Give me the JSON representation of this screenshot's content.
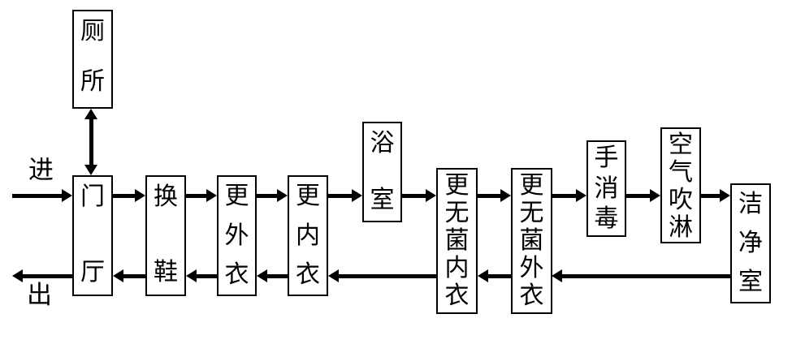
{
  "diagram": {
    "type": "flowchart",
    "colors": {
      "line": "#000000",
      "box_border": "#000000",
      "box_fill": "#ffffff",
      "background": "#ffffff"
    },
    "labels": {
      "enter": "进",
      "exit": "出"
    },
    "nodes": [
      {
        "id": "toilet",
        "label": "厕所"
      },
      {
        "id": "entrance-hall",
        "label": "门厅"
      },
      {
        "id": "change-shoes",
        "label": "换鞋"
      },
      {
        "id": "change-outer-clothes",
        "label": "更外衣"
      },
      {
        "id": "change-inner-clothes",
        "label": "更内衣"
      },
      {
        "id": "bathroom",
        "label": "浴室"
      },
      {
        "id": "change-sterile-inner-clothes",
        "label": "更无菌内衣"
      },
      {
        "id": "change-sterile-outer-clothes",
        "label": "更无菌外衣"
      },
      {
        "id": "hand-disinfection",
        "label": "手消毒"
      },
      {
        "id": "air-shower",
        "label": "空气吹淋"
      },
      {
        "id": "clean-room",
        "label": "洁净室"
      }
    ],
    "edges": [
      {
        "from": "enter",
        "to": "entrance-hall",
        "direction": "forward"
      },
      {
        "from": "toilet",
        "to": "entrance-hall",
        "direction": "both"
      },
      {
        "from": "entrance-hall",
        "to": "change-shoes",
        "direction": "forward"
      },
      {
        "from": "change-shoes",
        "to": "change-outer-clothes",
        "direction": "forward"
      },
      {
        "from": "change-outer-clothes",
        "to": "change-inner-clothes",
        "direction": "forward"
      },
      {
        "from": "change-inner-clothes",
        "to": "bathroom",
        "direction": "forward"
      },
      {
        "from": "bathroom",
        "to": "change-sterile-inner-clothes",
        "direction": "forward"
      },
      {
        "from": "change-sterile-inner-clothes",
        "to": "change-sterile-outer-clothes",
        "direction": "forward"
      },
      {
        "from": "change-sterile-outer-clothes",
        "to": "hand-disinfection",
        "direction": "forward"
      },
      {
        "from": "hand-disinfection",
        "to": "air-shower",
        "direction": "forward"
      },
      {
        "from": "air-shower",
        "to": "clean-room",
        "direction": "forward"
      },
      {
        "from": "clean-room",
        "to": "change-sterile-outer-clothes",
        "direction": "return"
      },
      {
        "from": "change-sterile-outer-clothes",
        "to": "change-sterile-inner-clothes",
        "direction": "return"
      },
      {
        "from": "change-sterile-inner-clothes",
        "to": "change-inner-clothes",
        "direction": "return"
      },
      {
        "from": "change-inner-clothes",
        "to": "change-outer-clothes",
        "direction": "return"
      },
      {
        "from": "change-outer-clothes",
        "to": "change-shoes",
        "direction": "return"
      },
      {
        "from": "change-shoes",
        "to": "entrance-hall",
        "direction": "return"
      },
      {
        "from": "entrance-hall",
        "to": "exit",
        "direction": "return"
      }
    ]
  }
}
